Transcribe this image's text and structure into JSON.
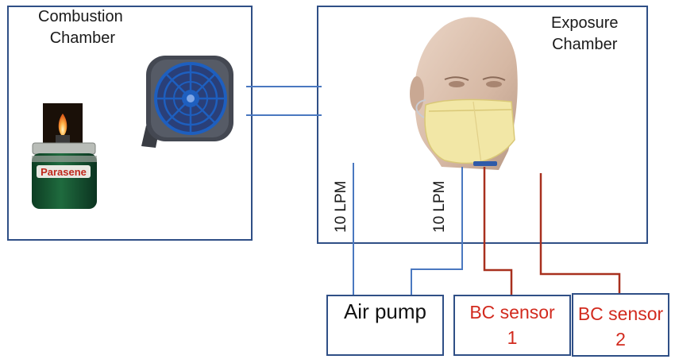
{
  "combustion_chamber": {
    "title_line1": "Combustion",
    "title_line2": "Chamber",
    "heater_brand": "Parasene"
  },
  "exposure_chamber": {
    "title_line1": "Exposure",
    "title_line2": "Chamber"
  },
  "flows": {
    "left_rate": "10 LPM",
    "right_rate": "10 LPM"
  },
  "devices": {
    "air_pump": "Air pump",
    "sensor1_line1": "BC sensor",
    "sensor1_line2": "1",
    "sensor2_line1": "BC sensor",
    "sensor2_line2": "2"
  },
  "colors": {
    "box_border": "#2f4f86",
    "air_line": "#4a78c0",
    "sensor_line": "#a8301e",
    "sensor_text": "#d22a1e",
    "fan_blue": "#1e5fbf"
  },
  "icons": [
    "kerosene-heater-icon",
    "fan-icon",
    "mannequin-head-icon",
    "n95-mask-icon"
  ]
}
